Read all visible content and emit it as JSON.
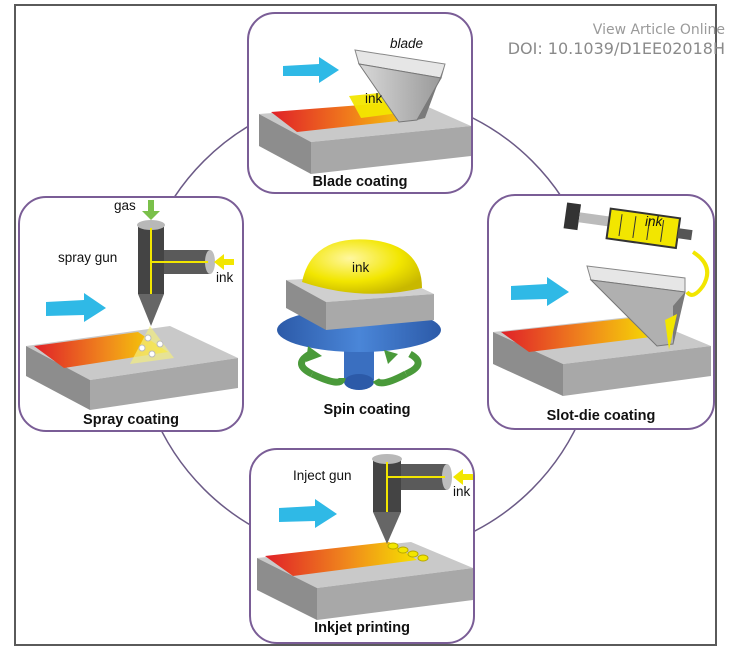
{
  "watermark": {
    "line1": "View Article Online",
    "line2": "DOI: 10.1039/D1EE02018H"
  },
  "panels": {
    "blade": {
      "caption": "Blade coating",
      "blade_label": "blade",
      "ink_label": "ink"
    },
    "spray": {
      "caption": "Spray coating",
      "gas_label": "gas",
      "gun_label": "spray gun",
      "ink_label": "ink"
    },
    "spin": {
      "caption": "Spin coating",
      "ink_label": "ink"
    },
    "slot": {
      "caption": "Slot-die coating",
      "ink_label": "ink"
    },
    "inkjet": {
      "caption": "Inkjet printing",
      "gun_label": "Inject gun",
      "ink_label": "ink"
    }
  },
  "colors": {
    "panel_border": "#7a5d96",
    "ring": "#6b5a86",
    "arrow": "#2fb9e6",
    "ink_yellow": "#f2e600",
    "film_red": "#e8202a",
    "spin_blue": "#3a6fc0",
    "spin_green": "#4a9a3a"
  }
}
